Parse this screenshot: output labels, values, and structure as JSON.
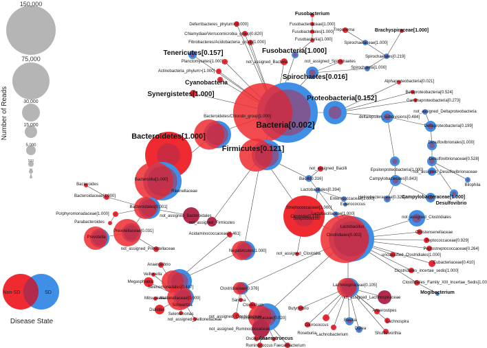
{
  "legend": {
    "size_title": "Number of Reads",
    "size_labels": [
      "150,000",
      "75,000",
      "30,000",
      "15,000",
      "5,000",
      "500",
      "50",
      "5"
    ],
    "disease_title": "Disease State",
    "non_sd_label": "Non-SD",
    "sd_label": "SD",
    "colors": {
      "non_sd": "#ef2b31",
      "sd": "#3f8fe6",
      "overlap": "#b22b4c",
      "size_bubble": "#b5b5b5",
      "edge": "#444444"
    }
  },
  "nodes": [
    {
      "id": "bacteria",
      "label": "Bacteria[0.002]",
      "bold": true
    },
    {
      "id": "firmicutes",
      "label": "Firmicutes[0.121]",
      "bold": true
    },
    {
      "id": "bacteroidetes",
      "label": "Bacteroidetes[1.000]",
      "bold": true
    },
    {
      "id": "proteobacteria",
      "label": "Proteobacteria[0.152]",
      "bold": true
    },
    {
      "id": "spirochaetes",
      "label": "Spirochaetes[0.016]",
      "bold": true
    },
    {
      "id": "fusobacteria",
      "label": "Fusobacteria[1.000]",
      "bold": true
    },
    {
      "id": "tenericutes",
      "label": "Tenericutes[0.157]",
      "bold": true
    },
    {
      "id": "cyanobacteria",
      "label": "Cyanobacteria",
      "bold": true
    },
    {
      "id": "synergistetes",
      "label": "Synergistetes[1.000]",
      "bold": true
    },
    {
      "id": "deferribacteres",
      "label": "Deferribacteres_phylum>[1.000]"
    },
    {
      "id": "chlamydiae",
      "label": "Chlamydiae/Verrucomicrobia_group[0.820]"
    },
    {
      "id": "fibrobacteres",
      "label": "Fibrobacteres/Acidobacteria_group[1.000]"
    },
    {
      "id": "planctomycetes",
      "label": "Planctomycetes[1.000]"
    },
    {
      "id": "actinobacteria",
      "label": "Actinobacteria_phylum>[1.000]"
    },
    {
      "id": "na_bacteria",
      "label": "not_assigned_Bacteria"
    },
    {
      "id": "fusobacterium_top",
      "label": "Fusobacterium",
      "bold": true
    },
    {
      "id": "fusobacteriaceae",
      "label": "Fusobacteriaceae[1.000]"
    },
    {
      "id": "fusobacteriales",
      "label": "Fusobacteriales[1.000]"
    },
    {
      "id": "fusobacteriia",
      "label": "Fusobacteriia[1.000]"
    },
    {
      "id": "treponema",
      "label": "Treponema"
    },
    {
      "id": "spirochaetaceae",
      "label": "Spirochaetaceae[1.000]"
    },
    {
      "id": "brachyspiraceae",
      "label": "Brachyspiraceae[1.000]",
      "bold": true
    },
    {
      "id": "spirochaetales",
      "label": "Spirochaetales[0.219]"
    },
    {
      "id": "spirochaetia",
      "label": "Spirochaetia[1.000]"
    },
    {
      "id": "na_spirochaetes",
      "label": "not_assigned_Spirochaetes"
    },
    {
      "id": "alphaproteo",
      "label": "Alphaproteobacteria[0.021]"
    },
    {
      "id": "betaproteo",
      "label": "Betaproteobacteria[0.524]"
    },
    {
      "id": "gammaproteo",
      "label": "Gammaproteobacteria[0.273]"
    },
    {
      "id": "na_delta",
      "label": "not_assigned_Deltaproteobacteria"
    },
    {
      "id": "delta_eps",
      "label": "delta/epsilon_subdivisions[0.484]"
    },
    {
      "id": "deltaproteo",
      "label": "Deltaproteobacteria[0.199]"
    },
    {
      "id": "desulfovibrionales",
      "label": "Desulfovibrionales[1.000]"
    },
    {
      "id": "desulfovibrionaceae",
      "label": "Desulfovibrionaceae[0.528]"
    },
    {
      "id": "na_desulfo",
      "label": "not_assigned_Desulfovibrionaceae"
    },
    {
      "id": "bilophila",
      "label": "Bilophila"
    },
    {
      "id": "desulfovibrio",
      "label": "Desulfovibrio",
      "bold": true
    },
    {
      "id": "epsilonproteo",
      "label": "Epsilonproteobacteria[1.000]"
    },
    {
      "id": "campylobacterales",
      "label": "Campylobacterales[0.843]"
    },
    {
      "id": "helicobacteraceae",
      "label": "Helicobacteraceae[0.329]"
    },
    {
      "id": "campylobacteraceae",
      "label": "Campylobacteraceae[1.000]",
      "bold": true
    },
    {
      "id": "bacteroidetes_chlorobi",
      "label": "Bacteroidetes/Chlorobi_group[1.000]"
    },
    {
      "id": "bacteroidia",
      "label": "Bacteroidia[1.000]"
    },
    {
      "id": "rikenellaceae",
      "label": "Rikenellaceae"
    },
    {
      "id": "bacteroidales",
      "label": "Bacteroidales[0.001]"
    },
    {
      "id": "na_bacteroidales",
      "label": "not_assigned_Bacteroidales"
    },
    {
      "id": "bacteroides",
      "label": "Bacteroides"
    },
    {
      "id": "bacteroidaceae",
      "label": "Bacteroidaceae[1.000]"
    },
    {
      "id": "porphyromonadaceae",
      "label": "Porphyromonadaceae[1.000]"
    },
    {
      "id": "parabacteroides",
      "label": "Parabacteroides"
    },
    {
      "id": "prevotellaceae",
      "label": "Prevotellaceae[0.031]"
    },
    {
      "id": "prevotella",
      "label": "Prevotella"
    },
    {
      "id": "na_prevotellaceae",
      "label": "not_assigned_Prevotellaceae"
    },
    {
      "id": "na_bacilli",
      "label": "not_assigned_Bacilli"
    },
    {
      "id": "bacilli",
      "label": "Bacilli[0.316]"
    },
    {
      "id": "lactobacillales",
      "label": "Lactobacillales[0.394]"
    },
    {
      "id": "enterococcaceae",
      "label": "Enterococcaceae[1.000]"
    },
    {
      "id": "enterococcus",
      "label": "Enterococcus"
    },
    {
      "id": "streptococcaceae",
      "label": "Streptococcaceae[1.000]"
    },
    {
      "id": "lactobacillaceae",
      "label": "Lactobacillaceae[1.000]"
    },
    {
      "id": "streptococcus",
      "label": "Streptococcus"
    },
    {
      "id": "lactobacillus",
      "label": "Lactobacillus"
    },
    {
      "id": "na_firmicutes",
      "label": "not_assigned_Firmicutes"
    },
    {
      "id": "clostridia",
      "label": "Clostridia[0.188]"
    },
    {
      "id": "na_clostridia",
      "label": "not_assigned_Clostridia"
    },
    {
      "id": "acidaminococcaceae",
      "label": "Acidaminococcaceae[0.461]"
    },
    {
      "id": "negativicutes",
      "label": "Negativicutes[1.000]"
    },
    {
      "id": "selenomonadales",
      "label": "Selenomonadales[0.487]"
    },
    {
      "id": "anaerovibrio",
      "label": "Anaerovibrio"
    },
    {
      "id": "veillonella",
      "label": "Veillonella"
    },
    {
      "id": "megasphaera",
      "label": "Megasphaera"
    },
    {
      "id": "veillonellaceae",
      "label": "Veillonellaceae[0.009]"
    },
    {
      "id": "mitsuokella",
      "label": "Mitsuokella"
    },
    {
      "id": "dialister",
      "label": "Dialister"
    },
    {
      "id": "schwartzia",
      "label": "Schwartzia"
    },
    {
      "id": "selenomonas",
      "label": "Selenomonas"
    },
    {
      "id": "na_veillonellaceae",
      "label": "not_assigned_Veillonellaceae"
    },
    {
      "id": "clostridiaceae",
      "label": "Clostridiaceae[0.376]"
    },
    {
      "id": "sarcina",
      "label": "Sarcina"
    },
    {
      "id": "clostridium",
      "label": "Clostridium"
    },
    {
      "id": "na_clostridiaceae",
      "label": "not_assigned_Clostridiaceae"
    },
    {
      "id": "clostridiales",
      "label": "Clostridiales[0.002]"
    },
    {
      "id": "na_clostridiales",
      "label": "not_assigned_Clostridiales"
    },
    {
      "id": "christensenellaceae",
      "label": "Christensenellaceae"
    },
    {
      "id": "peptococcaceae",
      "label": "Peptococcaceae[0.929]"
    },
    {
      "id": "peptostreptococcaceae",
      "label": "Peptostreptococcaceae[0.264]"
    },
    {
      "id": "unclassified_clostridiales",
      "label": "unclassified_Clostridiales[1.000]"
    },
    {
      "id": "eubacteriaceae",
      "label": "Eubacteriaceae[0.410]"
    },
    {
      "id": "clostridiales_incertae",
      "label": "Clostridiales_incertae_sedis[1.000]"
    },
    {
      "id": "clostridiales_family_xiii",
      "label": "Clostridiales_Family_XIII_Incertae_Sedis[1.000]"
    },
    {
      "id": "mogibacterium",
      "label": "Mogibacterium",
      "bold": true
    },
    {
      "id": "lachnospiraceae",
      "label": "Lachnospiraceae[0.105]"
    },
    {
      "id": "na_lachnospiraceae",
      "label": "not_assigned_Lachnospiraceae"
    },
    {
      "id": "anaerostipes",
      "label": "Anaerostipes"
    },
    {
      "id": "lachnospira",
      "label": "Lachnospira"
    },
    {
      "id": "shuttleworthia",
      "label": "Shuttleworthia"
    },
    {
      "id": "dorea",
      "label": "Dorea"
    },
    {
      "id": "blautia",
      "label": "Blautia"
    },
    {
      "id": "lachnobacterium",
      "label": "Lachnobacterium"
    },
    {
      "id": "coprococcus",
      "label": "Coprococcus"
    },
    {
      "id": "roseburia",
      "label": "Roseburia"
    },
    {
      "id": "butyrivibrio",
      "label": "Butyrivibrio"
    },
    {
      "id": "ruminococcaceae",
      "label": "Ruminococcaceae[0.020]"
    },
    {
      "id": "na_ruminococcaceae",
      "label": "not_assigned_Ruminococcaceae"
    },
    {
      "id": "oscillospira",
      "label": "Oscillospira"
    },
    {
      "id": "anaerotruncus",
      "label": "Anaerotruncus",
      "bold": true
    },
    {
      "id": "ruminococcus",
      "label": "Ruminococcus"
    },
    {
      "id": "faecalibacterium",
      "label": "Faecalibacterium"
    }
  ],
  "edges": [
    [
      "bacteria",
      "firmicutes"
    ],
    [
      "bacteria",
      "bacteroidetes_chlorobi"
    ],
    [
      "bacteria",
      "proteobacteria"
    ],
    [
      "bacteria",
      "spirochaetes"
    ],
    [
      "bacteria",
      "fusobacteria"
    ],
    [
      "bacteria",
      "tenericutes"
    ],
    [
      "bacteria",
      "cyanobacteria"
    ],
    [
      "bacteria",
      "synergistetes"
    ],
    [
      "bacteria",
      "deferribacteres"
    ],
    [
      "bacteria",
      "chlamydiae"
    ],
    [
      "bacteria",
      "fibrobacteres"
    ],
    [
      "bacteria",
      "planctomycetes"
    ],
    [
      "bacteria",
      "actinobacteria"
    ],
    [
      "bacteria",
      "na_bacteria"
    ],
    [
      "fusobacteria",
      "fusobacteriia"
    ],
    [
      "fusobacteriia",
      "fusobacteriales"
    ],
    [
      "fusobacteriales",
      "fusobacteriaceae"
    ],
    [
      "fusobacteriaceae",
      "fusobacterium_top"
    ],
    [
      "spirochaetes",
      "spirochaetia"
    ],
    [
      "spirochaetes",
      "na_spirochaetes"
    ],
    [
      "spirochaetia",
      "spirochaetales"
    ],
    [
      "spirochaetales",
      "spirochaetaceae"
    ],
    [
      "spirochaetales",
      "brachyspiraceae"
    ],
    [
      "spirochaetaceae",
      "treponema"
    ],
    [
      "proteobacteria",
      "alphaproteo"
    ],
    [
      "proteobacteria",
      "betaproteo"
    ],
    [
      "proteobacteria",
      "gammaproteo"
    ],
    [
      "proteobacteria",
      "delta_eps"
    ],
    [
      "delta_eps",
      "deltaproteo"
    ],
    [
      "delta_eps",
      "epsilonproteo"
    ],
    [
      "deltaproteo",
      "na_delta"
    ],
    [
      "deltaproteo",
      "desulfovibrionales"
    ],
    [
      "desulfovibrionales",
      "desulfovibrionaceae"
    ],
    [
      "desulfovibrionaceae",
      "na_desulfo"
    ],
    [
      "desulfovibrionaceae",
      "bilophila"
    ],
    [
      "desulfovibrionaceae",
      "desulfovibrio"
    ],
    [
      "epsilonproteo",
      "campylobacterales"
    ],
    [
      "campylobacterales",
      "helicobacteraceae"
    ],
    [
      "campylobacterales",
      "campylobacteraceae"
    ],
    [
      "bacteroidetes_chlorobi",
      "bacteroidia"
    ],
    [
      "bacteroidia",
      "bacteroidales"
    ],
    [
      "bacteroidales",
      "rikenellaceae"
    ],
    [
      "bacteroidales",
      "na_bacteroidales"
    ],
    [
      "bacteroidales",
      "bacteroidaceae"
    ],
    [
      "bacteroidales",
      "porphyromonadaceae"
    ],
    [
      "bacteroidales",
      "prevotellaceae"
    ],
    [
      "bacteroidaceae",
      "bacteroides"
    ],
    [
      "porphyromonadaceae",
      "parabacteroides"
    ],
    [
      "prevotellaceae",
      "prevotella"
    ],
    [
      "prevotellaceae",
      "na_prevotellaceae"
    ],
    [
      "firmicutes",
      "bacilli"
    ],
    [
      "firmicutes",
      "na_firmicutes"
    ],
    [
      "firmicutes",
      "clostridia"
    ],
    [
      "firmicutes",
      "negativicutes"
    ],
    [
      "bacilli",
      "na_bacilli"
    ],
    [
      "bacilli",
      "lactobacillales"
    ],
    [
      "lactobacillales",
      "enterococcaceae"
    ],
    [
      "lactobacillales",
      "streptococcaceae"
    ],
    [
      "lactobacillales",
      "lactobacillaceae"
    ],
    [
      "enterococcaceae",
      "enterococcus"
    ],
    [
      "streptococcaceae",
      "streptococcus"
    ],
    [
      "lactobacillaceae",
      "lactobacillus"
    ],
    [
      "clostridia",
      "na_clostridia"
    ],
    [
      "clostridia",
      "clostridiales"
    ],
    [
      "negativicutes",
      "selenomonadales"
    ],
    [
      "selenomonadales",
      "acidaminococcaceae"
    ],
    [
      "selenomonadales",
      "veillonellaceae"
    ],
    [
      "veillonellaceae",
      "anaerovibrio"
    ],
    [
      "veillonellaceae",
      "veillonella"
    ],
    [
      "veillonellaceae",
      "megasphaera"
    ],
    [
      "veillonellaceae",
      "mitsuokella"
    ],
    [
      "veillonellaceae",
      "dialister"
    ],
    [
      "veillonellaceae",
      "schwartzia"
    ],
    [
      "veillonellaceae",
      "selenomonas"
    ],
    [
      "veillonellaceae",
      "na_veillonellaceae"
    ],
    [
      "clostridiales",
      "clostridiaceae"
    ],
    [
      "clostridiaceae",
      "sarcina"
    ],
    [
      "clostridiaceae",
      "clostridium"
    ],
    [
      "clostridiaceae",
      "na_clostridiaceae"
    ],
    [
      "clostridiales",
      "na_clostridiales"
    ],
    [
      "clostridiales",
      "christensenellaceae"
    ],
    [
      "clostridiales",
      "peptococcaceae"
    ],
    [
      "clostridiales",
      "peptostreptococcaceae"
    ],
    [
      "clostridiales",
      "unclassified_clostridiales"
    ],
    [
      "clostridiales",
      "eubacteriaceae"
    ],
    [
      "clostridiales",
      "clostridiales_incertae"
    ],
    [
      "clostridiales",
      "clostridiales_family_xiii"
    ],
    [
      "clostridiales_family_xiii",
      "mogibacterium"
    ],
    [
      "clostridiales",
      "lachnospiraceae"
    ],
    [
      "clostridiales",
      "ruminococcaceae"
    ],
    [
      "lachnospiraceae",
      "na_lachnospiraceae"
    ],
    [
      "lachnospiraceae",
      "anaerostipes"
    ],
    [
      "lachnospiraceae",
      "lachnospira"
    ],
    [
      "lachnospiraceae",
      "shuttleworthia"
    ],
    [
      "lachnospiraceae",
      "dorea"
    ],
    [
      "lachnospiraceae",
      "blautia"
    ],
    [
      "lachnospiraceae",
      "lachnobacterium"
    ],
    [
      "lachnospiraceae",
      "coprococcus"
    ],
    [
      "lachnospiraceae",
      "roseburia"
    ],
    [
      "lachnospiraceae",
      "butyrivibrio"
    ],
    [
      "ruminococcaceae",
      "na_ruminococcaceae"
    ],
    [
      "ruminococcaceae",
      "oscillospira"
    ],
    [
      "ruminococcaceae",
      "anaerotruncus"
    ],
    [
      "ruminococcaceae",
      "ruminococcus"
    ],
    [
      "ruminococcaceae",
      "faecalibacterium"
    ]
  ]
}
